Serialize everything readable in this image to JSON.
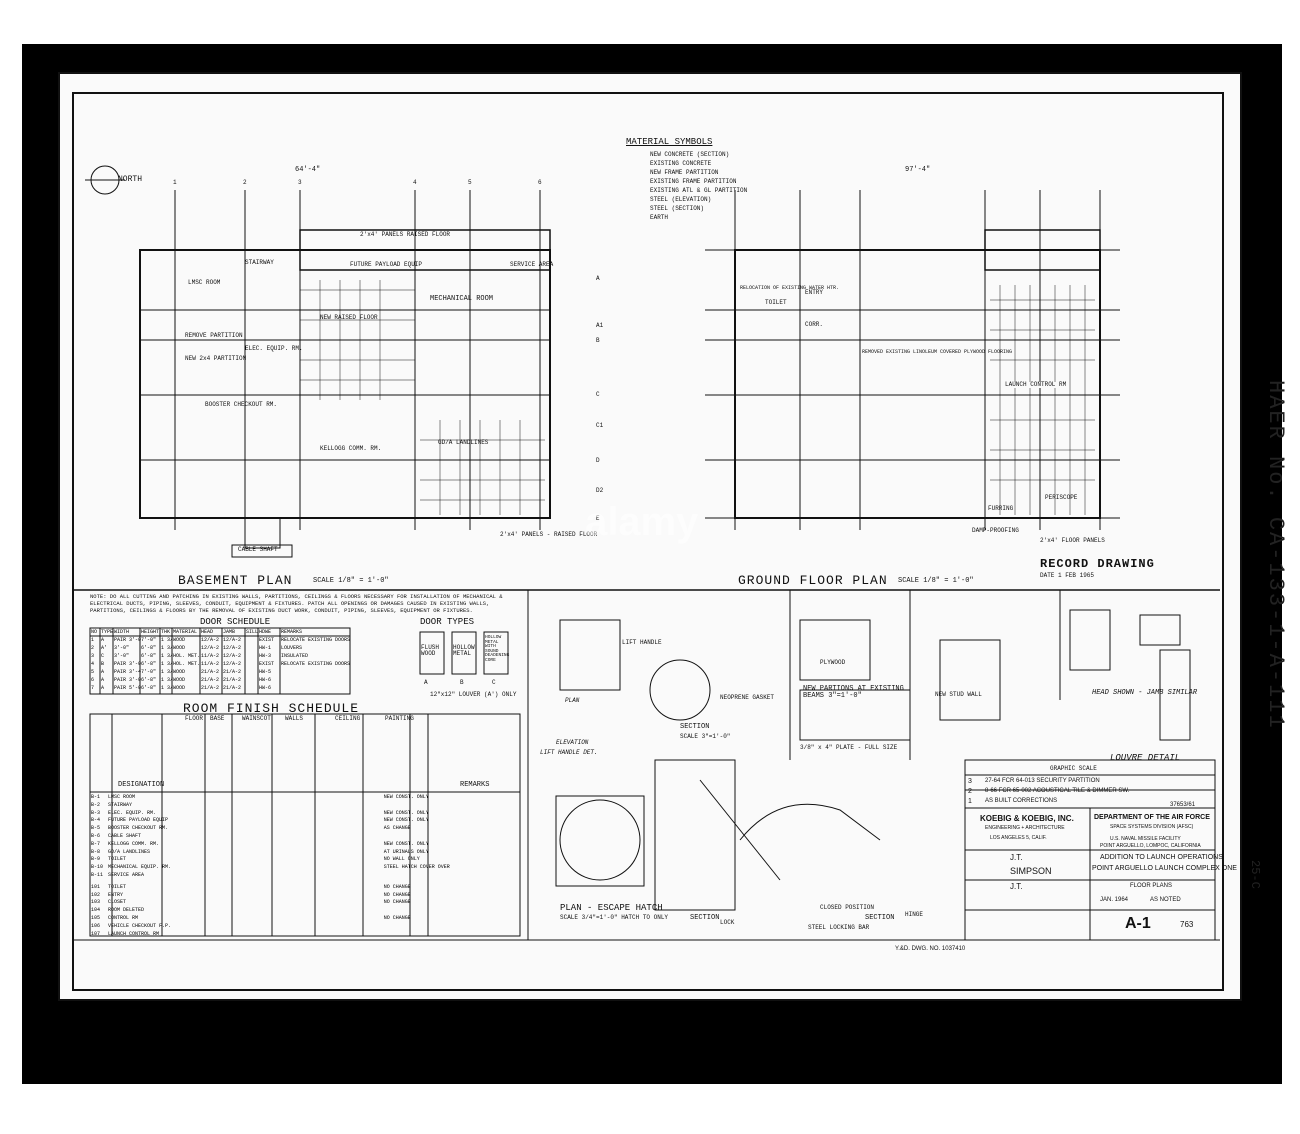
{
  "watermark": "alamy",
  "side_label": "HAER No. CA-133-1-A-111",
  "side_small": "25-C",
  "north": "NORTH",
  "material_symbols": {
    "title": "MATERIAL SYMBOLS",
    "items": [
      "NEW CONCRETE (SECTION)",
      "EXISTING CONCRETE",
      "NEW FRAME PARTITION",
      "EXISTING FRAME PARTITION",
      "EXISTING ATL & GL PARTITION",
      "STEEL (ELEVATION)",
      "STEEL (SECTION)",
      "EARTH"
    ]
  },
  "basement": {
    "title": "BASEMENT PLAN",
    "scale": "SCALE 1/8\" = 1'-0\"",
    "overall_width": "64'-4\"",
    "rooms": [
      "LMSC ROOM",
      "STAIRWAY",
      "ELEC. EQUIP. RM.",
      "FUTURE PAYLOAD EQUIP",
      "NEW RAISED FLOOR",
      "MECHANICAL ROOM",
      "BOOSTER CHECKOUT RM.",
      "KELLOGG COMM. RM.",
      "GD/A LANDLINES",
      "CABLE SHAFT",
      "SERVICE AREA"
    ],
    "notes": [
      "2'x4' PANELS RAISED FLOOR",
      "2'x4' PANELS - RAISED FLOOR",
      "REMOVE PARTITION",
      "NEW 2x4 PARTITION"
    ]
  },
  "ground": {
    "title": "GROUND FLOOR PLAN",
    "scale": "SCALE 1/8\" = 1'-0\"",
    "overall_width": "97'-4\"",
    "rooms": [
      "ENTRY",
      "TOILET",
      "CORR.",
      "LAUNCH CONTROL RM",
      "RELOCATION OF EXISTING WATER HTR.",
      "REMOVED EXISTING LINOLEUM COVERED PLYWOOD FLOORING",
      "FURRING",
      "PERISCOPE",
      "DAMP-PROOFING",
      "2'x4' FLOOR PANELS"
    ]
  },
  "record": {
    "title": "RECORD DRAWING",
    "date": "DATE 1 FEB 1965"
  },
  "grid_letters": [
    "A",
    "A1",
    "B",
    "C",
    "C1",
    "D",
    "D2",
    "E"
  ],
  "grid_numbers": [
    "1",
    "2",
    "3",
    "4",
    "5",
    "6"
  ],
  "general_note": "NOTE: DO ALL CUTTING AND PATCHING IN EXISTING WALLS, PARTITIONS, CEILINGS & FLOORS NECESSARY FOR INSTALLATION OF MECHANICAL & ELECTRICAL DUCTS, PIPING, SLEEVES, CONDUIT, EQUIPMENT & FIXTURES. PATCH ALL OPENINGS OR DAMAGES CAUSED IN EXISTING WALLS, PARTITIONS, CEILINGS & FLOORS BY THE REMOVAL OF EXISTING DUCT WORK, CONDUIT, PIPING, SLEEVES, EQUIPMENT OR FIXTURES.",
  "door_schedule": {
    "title": "DOOR SCHEDULE",
    "headers": [
      "NO",
      "TYPE",
      "WIDTH",
      "HEIGHT",
      "THK",
      "MATERIAL",
      "HEAD",
      "JAMB",
      "SILL",
      "HDWE",
      "REMARKS"
    ],
    "rows": [
      [
        "1",
        "A",
        "PAIR 3'-0\"",
        "7'-0\"",
        "1 3/4",
        "WOOD",
        "12/A-2",
        "12/A-2",
        "",
        "EXIST",
        "RELOCATE EXISTING DOORS"
      ],
      [
        "2",
        "A'",
        "3'-0\"",
        "6'-8\"",
        "1 3/4",
        "WOOD",
        "12/A-2",
        "12/A-2",
        "",
        "HW-1",
        "LOUVERS"
      ],
      [
        "3",
        "C",
        "3'-0\"",
        "6'-8\"",
        "1 3/4",
        "HOL. MET.",
        "11/A-2",
        "12/A-2",
        "",
        "HW-3",
        "INSULATED"
      ],
      [
        "4",
        "B",
        "PAIR 3'-0\"",
        "6'-8\"",
        "1 3/4",
        "HOL. MET.",
        "11/A-2",
        "12/A-2",
        "",
        "EXIST",
        "RELOCATE EXISTING DOORS"
      ],
      [
        "5",
        "A",
        "PAIR 3'-4\"",
        "7'-0\"",
        "1 3/4",
        "WOOD",
        "21/A-2",
        "21/A-2",
        "",
        "HW-5",
        ""
      ],
      [
        "6",
        "A",
        "PAIR 3'-0\"",
        "6'-8\"",
        "1 3/4",
        "WOOD",
        "21/A-2",
        "21/A-2",
        "",
        "HW-6",
        ""
      ],
      [
        "7",
        "A",
        "PAIR 5'-0\"",
        "6'-8\"",
        "1 3/4",
        "WOOD",
        "21/A-2",
        "21/A-2",
        "",
        "HW-6",
        ""
      ]
    ]
  },
  "door_types": {
    "title": "DOOR TYPES",
    "types": [
      {
        "letter": "A",
        "label": "FLUSH WOOD"
      },
      {
        "letter": "B",
        "label": "HOLLOW METAL"
      },
      {
        "letter": "C",
        "label": "HOLLOW METAL WITH SOUND DEADENING CORE"
      }
    ],
    "note": "12\"x12\" LOUVER (A') ONLY"
  },
  "room_finish": {
    "title": "ROOM FINISH SCHEDULE",
    "groups": [
      "FLOOR",
      "BASE",
      "WAINSCOT",
      "WALLS",
      "CEILING",
      "PAINTING"
    ],
    "remarks_header": "REMARKS",
    "designation_header": "DESIGNATION",
    "rows": [
      [
        "B-1",
        "LMSC ROOM",
        "NEW CONST. ONLY"
      ],
      [
        "B-2",
        "STAIRWAY",
        ""
      ],
      [
        "B-3",
        "ELEC. EQUIP. RM.",
        "NEW CONST. ONLY"
      ],
      [
        "B-4",
        "FUTURE PAYLOAD EQUIP",
        "NEW CONST. ONLY"
      ],
      [
        "B-5",
        "BOOSTER CHECKOUT RM.",
        "AS CHANGE"
      ],
      [
        "B-6",
        "CABLE SHAFT",
        ""
      ],
      [
        "B-7",
        "KELLOGG COMM. RM.",
        "NEW CONST. ONLY"
      ],
      [
        "B-8",
        "GD/A LANDLINES",
        "AT URINALS ONLY"
      ],
      [
        "B-9",
        "TOILET",
        "NO WALL ONLY"
      ],
      [
        "B-10",
        "MECHANICAL EQUIP. RM.",
        "STEEL HATCH COVER OVER"
      ],
      [
        "B-11",
        "SERVICE AREA",
        ""
      ],
      [
        "101",
        "TOILET",
        "NO CHANGE"
      ],
      [
        "102",
        "ENTRY",
        "NO CHANGE"
      ],
      [
        "103",
        "CLOSET",
        "NO CHANGE"
      ],
      [
        "104",
        "ROOM DELETED",
        ""
      ],
      [
        "105",
        "CONTROL RM",
        "NO CHANGE"
      ],
      [
        "106",
        "VEHICLE CHECKOUT F.P.",
        ""
      ],
      [
        "107",
        "LAUNCH CONTROL RM",
        ""
      ]
    ]
  },
  "details": {
    "hatch_plan": "PLAN - ESCAPE HATCH",
    "hatch_scale": "SCALE 3/4\"=1'-0\" HATCH TO ONLY",
    "lift_handle": "LIFT HANDLE",
    "lift_handle_det": "LIFT HANDLE DET.",
    "plan": "PLAN",
    "elevation": "ELEVATION",
    "section1": "SECTION",
    "section1_scale": "SCALE 3\"=1'-0\"",
    "section2": "SECTION",
    "section3": "SECTION",
    "new_partitions": "NEW PARTIONS AT EXISTING BEAMS 3\"=1'-0\"",
    "plate": "3/8\" x 4\" PLATE - FULL SIZE",
    "new_stud_wall": "NEW STUD WALL",
    "head_shown": "HEAD SHOWN - JAMB SIMILAR",
    "louvre": "LOUVRE DETAIL",
    "graphic_scale": "GRAPHIC SCALE",
    "closed_position": "CLOSED POSITION",
    "steel_locking_bar": "STEEL LOCKING BAR",
    "hinge": "HINGE",
    "lock": "LOCK",
    "neoprene": "NEOPRENE GASKET",
    "plywood": "PLYWOOD"
  },
  "revisions": [
    {
      "no": "3",
      "text": "27-64 FCR 64-013 SECURITY PARTITION"
    },
    {
      "no": "2",
      "text": "8-66 FCR 65-002 ACOUSTICAL TILE & DIMMER SW."
    },
    {
      "no": "1",
      "text": "AS BUILT CORRECTIONS"
    }
  ],
  "title_block": {
    "firm": "KOEBIG & KOEBIG, INC.",
    "firm_sub": "ENGINEERING + ARCHITECTURE",
    "firm_city": "LOS ANGELES 5, CALIF.",
    "dept": "DEPARTMENT OF THE AIR FORCE",
    "dept_sub": "SPACE SYSTEMS DIVISION (AFSC)",
    "facility": "U.S. NAVAL MISSILE FACILITY",
    "location": "POINT ARGUELLO, LOMPOC, CALIFORNIA",
    "project1": "ADDITION TO LAUNCH OPERATIONS",
    "project2": "POINT ARGUELLO LAUNCH COMPLEX ONE",
    "sheet_title": "FLOOR PLANS",
    "designed": "J.T.",
    "drawn": "SIMPSON",
    "checked": "J.T.",
    "date": "JAN. 1964",
    "scale": "AS NOTED",
    "sheet": "A-1",
    "sheet_of": "763",
    "spec": "37653/61",
    "ypd": "Y.&D. DWG. NO. 1037410"
  },
  "colors": {
    "ink": "#111111",
    "frame": "#000000",
    "paper": "#fafafa"
  }
}
